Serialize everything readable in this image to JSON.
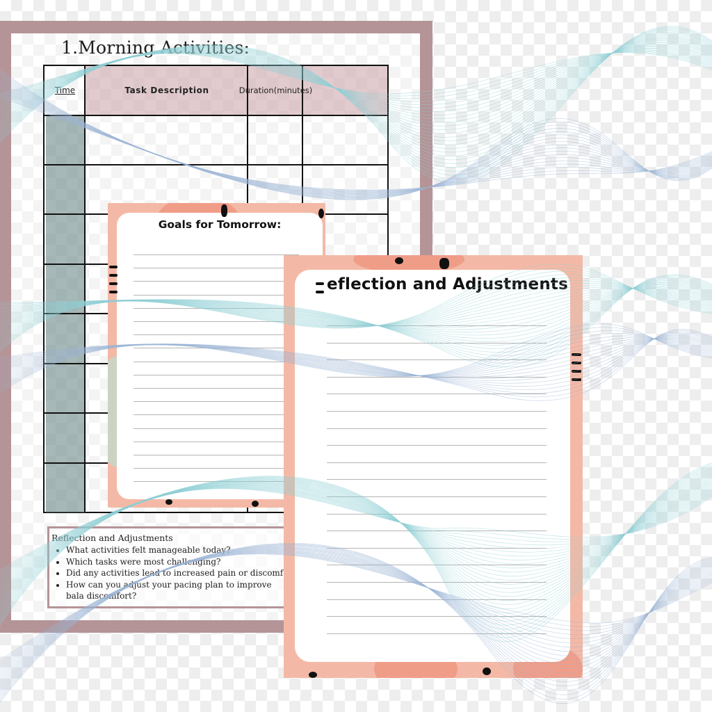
{
  "morning": {
    "title": "1.Morning Activities:",
    "headers": {
      "time": "Time",
      "task": "Task Description",
      "duration_line1": "Duration",
      "duration_line2": "(minutes)"
    }
  },
  "reflection_box": {
    "title": "Reflection and Adjustments",
    "items": [
      "What activities felt manageable today?",
      "Which tasks were most challenging?",
      "Did any activities lead to increased pain or discomfo",
      "How can you adjust your pacing plan to improve bala discomfort?"
    ]
  },
  "goals": {
    "title": "Goals for Tomorrow:"
  },
  "reflection_sheet": {
    "title": "eflection and Adjustments"
  },
  "colors": {
    "frame": "#b49497",
    "time_column": "#5c7d7c",
    "header_fill": "#c8a0a5",
    "peach": "#f4b9a6",
    "wave": "#8fd0d6"
  }
}
